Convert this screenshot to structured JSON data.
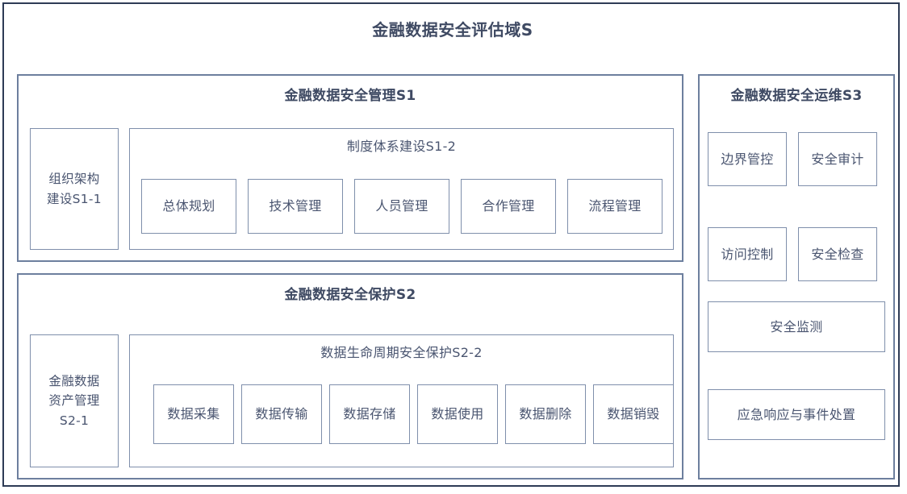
{
  "root": {
    "title": "金融数据安全评估域S"
  },
  "s1": {
    "title": "金融数据安全管理S1",
    "left_cell": "组织架构\n建设S1-1",
    "sub": {
      "title": "制度体系建设S1-2",
      "items": [
        "总体规划",
        "技术管理",
        "人员管理",
        "合作管理",
        "流程管理"
      ]
    }
  },
  "s2": {
    "title": "金融数据安全保护S2",
    "left_cell": "金融数据\n资产管理\nS2-1",
    "sub": {
      "title": "数据生命周期安全保护S2-2",
      "items": [
        "数据采集",
        "数据传输",
        "数据存储",
        "数据使用",
        "数据删除",
        "数据销毁"
      ]
    }
  },
  "s3": {
    "title": "金融数据安全运维S3",
    "grid_items": [
      "边界管控",
      "安全审计",
      "访问控制",
      "安全检查"
    ],
    "wide_items": [
      "安全监测",
      "应急响应与事件处置"
    ]
  },
  "colors": {
    "outer_border": "#2e3b55",
    "panel_border": "#6d7f9e",
    "cell_border": "#7f8fab",
    "title_text": "#3f4a63",
    "body_text": "#4a5570",
    "background": "#ffffff"
  }
}
